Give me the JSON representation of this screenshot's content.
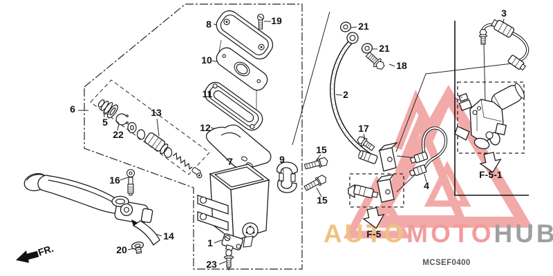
{
  "figure": {
    "code": "MCSEF0400",
    "direction_label": "FR.",
    "refs": {
      "f5": "F-5",
      "f51": "F-5-1"
    },
    "callouts": {
      "c1": "1",
      "c2": "2",
      "c3": "3",
      "c4": "4",
      "c5": "5",
      "c6": "6",
      "c7": "7",
      "c8": "8",
      "c9": "9",
      "c10": "10",
      "c11": "11",
      "c12": "12",
      "c13": "13",
      "c14": "14",
      "c15a": "15",
      "c15b": "15",
      "c16": "16",
      "c17": "17",
      "c18": "18",
      "c19": "19",
      "c20": "20",
      "c21a": "21",
      "c21b": "21",
      "c22": "22",
      "c23": "23"
    }
  },
  "watermark": {
    "logo_color": "#ee8a87",
    "brand": [
      {
        "text": "AUTO",
        "color": "#f1c183"
      },
      {
        "text": "MOTO",
        "color": "#f29c9c"
      },
      {
        "text": "HUB",
        "color": "#9f9f9f"
      }
    ]
  }
}
